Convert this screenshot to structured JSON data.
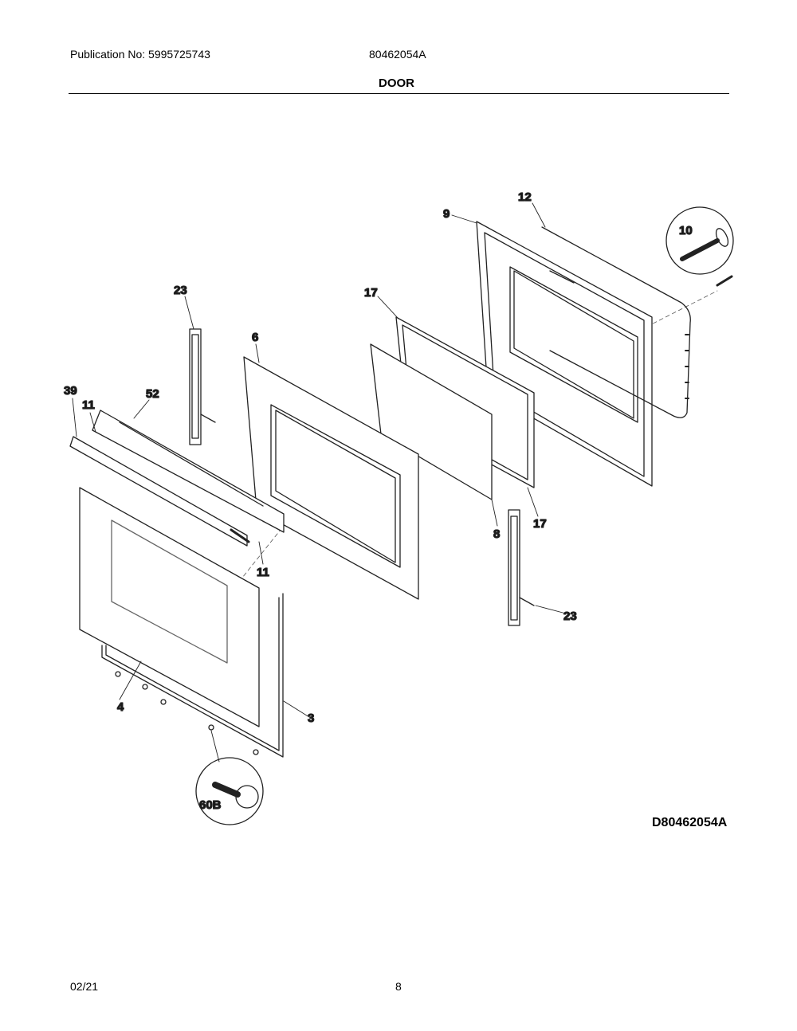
{
  "header": {
    "publication": "Publication No: 5995725743",
    "model": "80462054A",
    "section_title": "DOOR"
  },
  "diagram": {
    "callouts": {
      "c12": "12",
      "c9": "9",
      "c10": "10",
      "c23a": "23",
      "c17a": "17",
      "c6": "6",
      "c39": "39",
      "c11a": "11",
      "c52": "52",
      "c8": "8",
      "c17b": "17",
      "c11b": "11",
      "c23b": "23",
      "c4": "4",
      "c3": "3",
      "c60b": "60B"
    },
    "diagram_id": "D80462054A"
  },
  "footer": {
    "date": "02/21",
    "page": "8"
  }
}
